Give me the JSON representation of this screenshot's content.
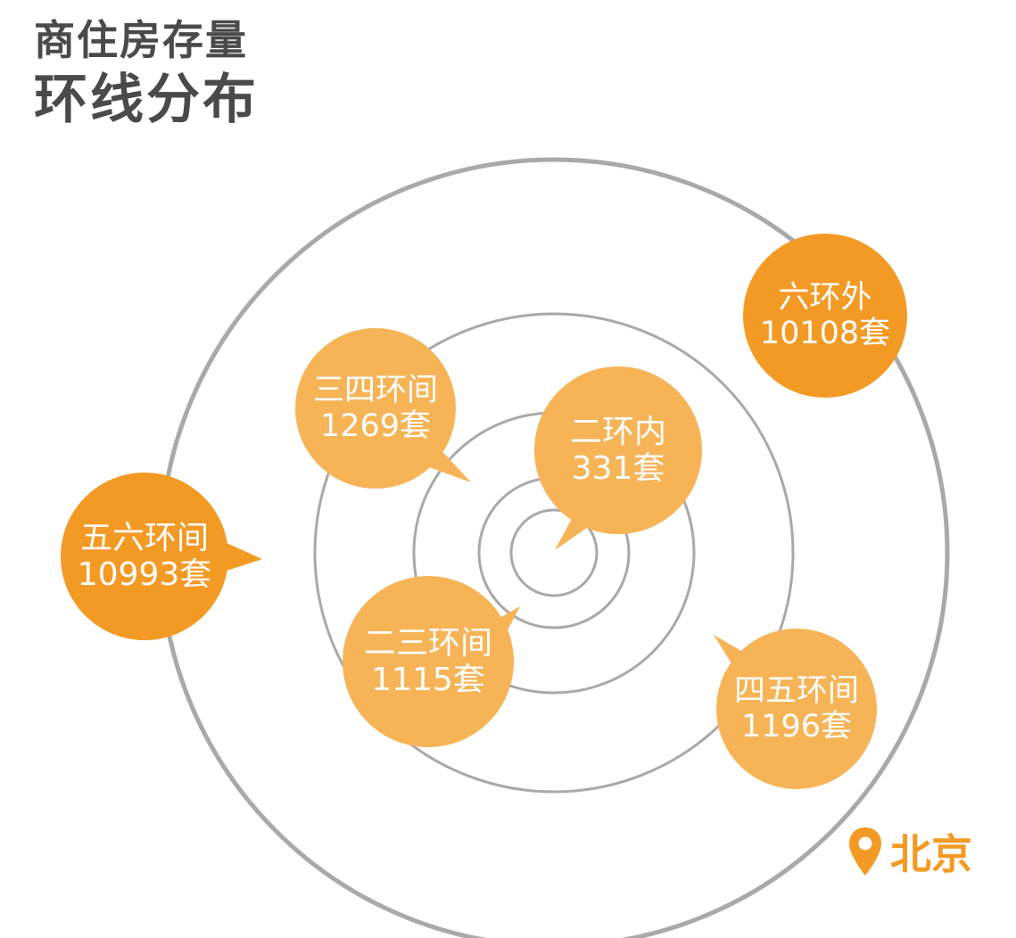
{
  "title": {
    "line1": "商住房存量",
    "line2": "环线分布"
  },
  "location": {
    "label": "北京",
    "icon": "location-pin-icon"
  },
  "colors": {
    "ring": "#a9a9a9",
    "dark_orange": "#f39a25",
    "light_orange": "#f6b457",
    "title": "#4a4a4a"
  },
  "unit": "套",
  "rings": [
    {
      "name": "二环内",
      "count": 331,
      "shade": "light"
    },
    {
      "name": "二三环间",
      "count": 1115,
      "shade": "light"
    },
    {
      "name": "三四环间",
      "count": 1269,
      "shade": "light"
    },
    {
      "name": "四五环间",
      "count": 1196,
      "shade": "light"
    },
    {
      "name": "五六环间",
      "count": 10993,
      "shade": "dark"
    },
    {
      "name": "六环外",
      "count": 10108,
      "shade": "dark"
    }
  ]
}
